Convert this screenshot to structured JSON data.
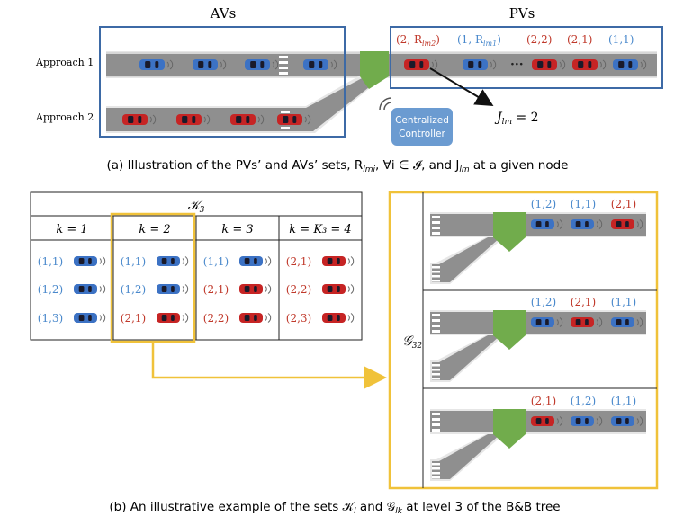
{
  "colors": {
    "road": "#8f8f8f",
    "road_edge": "#e4e4e4",
    "green": "#71ac4c",
    "blue_box": "#3d6aa6",
    "gold": "#f0c23a",
    "blue_text": "#4a89cc",
    "red_text": "#c0392b",
    "blue_car": "#3c72c4",
    "red_car": "#c62424",
    "controller_fill": "#6b9bd1"
  },
  "part_a": {
    "avs_label": "AVs",
    "pvs_label": "PVs",
    "approach1": "Approach  1",
    "approach2": "Approach  2",
    "pv_labels": [
      {
        "text": "(2, R",
        "sub": "lm2",
        "close": ")",
        "color": "red"
      },
      {
        "text": "(1, R",
        "sub": "lm1",
        "close": ")",
        "color": "blue"
      },
      {
        "text": "(2,2)",
        "sub": "",
        "close": "",
        "color": "red"
      },
      {
        "text": "(2,1)",
        "sub": "",
        "close": "",
        "color": "red"
      },
      {
        "text": "(1,1)",
        "sub": "",
        "close": "",
        "color": "blue"
      }
    ],
    "ellipsis": "···",
    "jlm_label": "J",
    "jlm_sub": "lm",
    "jlm_value": " = 2",
    "controller": [
      "Centralized",
      "Controller"
    ],
    "caption": "(a) Illustration of the PVs’ and AVs’ sets, R",
    "caption_sub": "lmi",
    "caption_mid": ", ∀i ∈ 𝓘, and J",
    "caption_sub2": "lm",
    "caption_end": " at a given node"
  },
  "part_b": {
    "table_title": "𝒦",
    "table_title_sub": "3",
    "columns": [
      "k = 1",
      "k = 2",
      "k = 3",
      "k = K₃ = 4"
    ],
    "cells": [
      [
        {
          "t": "(1,1)",
          "c": "blue"
        },
        {
          "t": "(1,2)",
          "c": "blue"
        },
        {
          "t": "(1,3)",
          "c": "blue"
        }
      ],
      [
        {
          "t": "(1,1)",
          "c": "blue"
        },
        {
          "t": "(1,2)",
          "c": "blue"
        },
        {
          "t": "(2,1)",
          "c": "red"
        }
      ],
      [
        {
          "t": "(1,1)",
          "c": "blue"
        },
        {
          "t": "(2,1)",
          "c": "red"
        },
        {
          "t": "(2,2)",
          "c": "red"
        }
      ],
      [
        {
          "t": "(2,1)",
          "c": "red"
        },
        {
          "t": "(2,2)",
          "c": "red"
        },
        {
          "t": "(2,3)",
          "c": "red"
        }
      ]
    ],
    "g_label": "𝒢",
    "g_sub": "32",
    "g_panels": [
      [
        {
          "t": "(1,2)",
          "c": "blue"
        },
        {
          "t": "(1,1)",
          "c": "blue"
        },
        {
          "t": "(2,1)",
          "c": "red"
        }
      ],
      [
        {
          "t": "(1,2)",
          "c": "blue"
        },
        {
          "t": "(2,1)",
          "c": "red"
        },
        {
          "t": "(1,1)",
          "c": "blue"
        }
      ],
      [
        {
          "t": "(2,1)",
          "c": "red"
        },
        {
          "t": "(1,2)",
          "c": "blue"
        },
        {
          "t": "(1,1)",
          "c": "blue"
        }
      ]
    ],
    "caption": "(b) An illustrative example of the sets 𝒦",
    "caption_sub": "l",
    "caption_mid": " and 𝒢",
    "caption_sub2": "lk",
    "caption_end": " at level 3 of the B&B tree"
  }
}
